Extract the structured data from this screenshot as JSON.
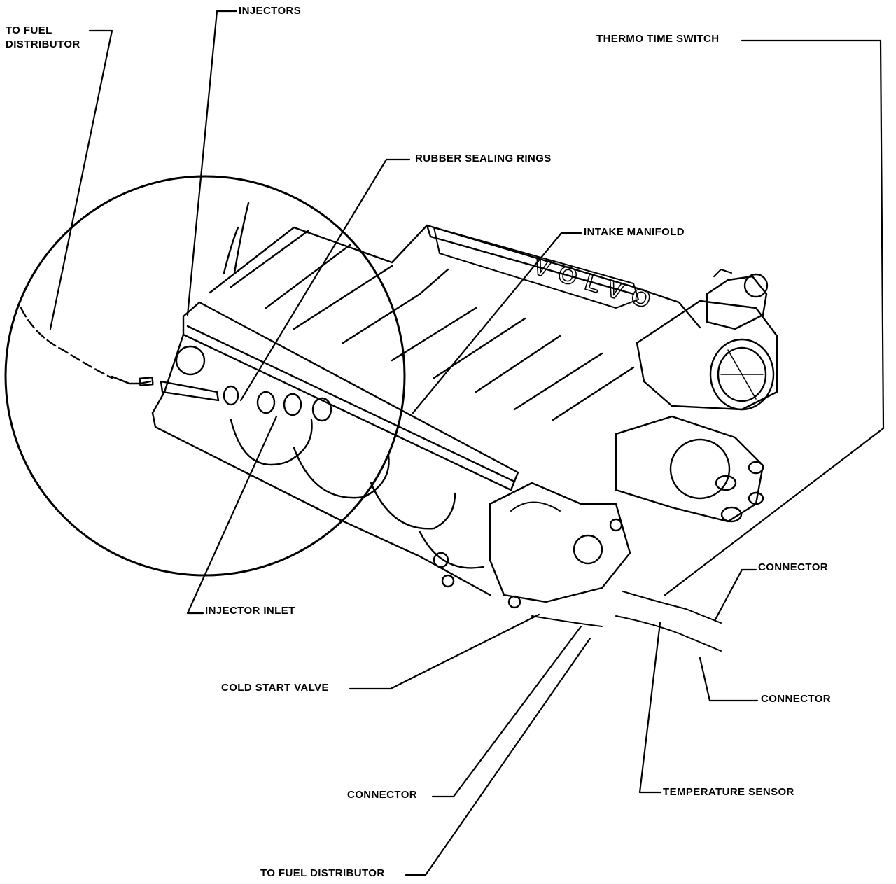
{
  "diagram": {
    "labels": {
      "to_fuel_distributor_top_line1": "TO FUEL",
      "to_fuel_distributor_top_line2": "DISTRIBUTOR",
      "injectors": "INJECTORS",
      "thermo_time_switch": "THERMO TIME SWITCH",
      "rubber_sealing_rings": "RUBBER SEALING RINGS",
      "intake_manifold": "INTAKE MANIFOLD",
      "connector_right_top": "CONNECTOR",
      "injector_inlet": "INJECTOR INLET",
      "cold_start_valve": "COLD START VALVE",
      "connector_right_bottom": "CONNECTOR",
      "connector_bottom": "CONNECTOR",
      "temperature_sensor": "TEMPERATURE SENSOR",
      "to_fuel_distributor_bottom": "TO FUEL DISTRIBUTOR"
    },
    "manifold_logo": "VOLVO"
  }
}
